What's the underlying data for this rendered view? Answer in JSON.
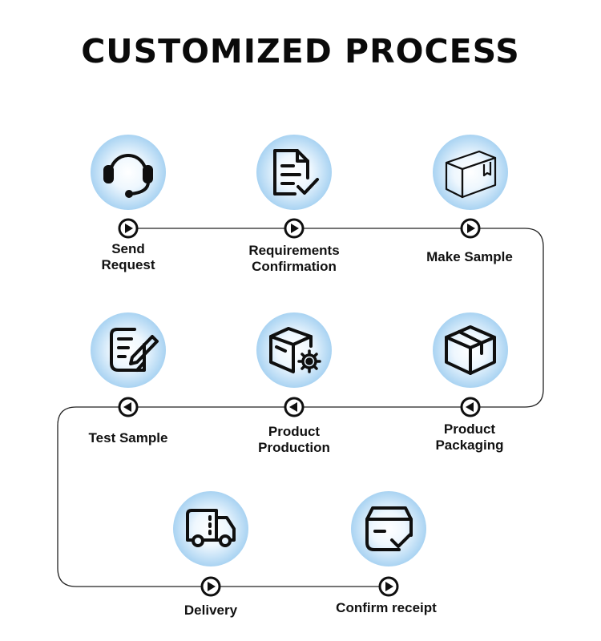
{
  "title": "CUSTOMIZED PROCESS",
  "steps": [
    {
      "label": "Send\nRequest",
      "icon": "headset-icon"
    },
    {
      "label": "Requirements\nConfirmation",
      "icon": "document-check-icon"
    },
    {
      "label": "Make Sample",
      "icon": "box-icon"
    },
    {
      "label": "Product\nPackaging",
      "icon": "package-icon"
    },
    {
      "label": "Product\nProduction",
      "icon": "box-gear-icon"
    },
    {
      "label": "Test Sample",
      "icon": "edit-document-icon"
    },
    {
      "label": "Delivery",
      "icon": "truck-icon"
    },
    {
      "label": "Confirm receipt",
      "icon": "inbox-check-icon"
    }
  ],
  "colors": {
    "circle_center": "#ffffff",
    "circle_edge": "#aed6f3",
    "line": "#222222",
    "text": "#111111"
  }
}
